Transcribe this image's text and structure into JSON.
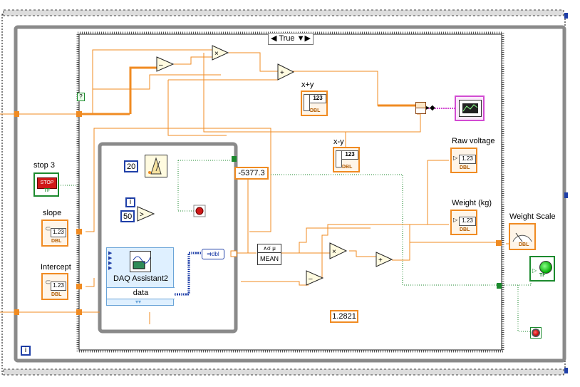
{
  "case_structure": {
    "selector": "True",
    "arrows": "◀▼▶"
  },
  "controls": {
    "stop": {
      "label": "stop 3",
      "glyph": "STOP",
      "type": "TF"
    },
    "slope": {
      "label": "slope",
      "value_tag": "1.23",
      "type": "DBL"
    },
    "intercept": {
      "label": "Intercept",
      "value_tag": "1.23",
      "type": "DBL"
    }
  },
  "indicators": {
    "x_plus_y": {
      "label": "x+y",
      "value_tag": "123",
      "type": "DBL"
    },
    "x_minus_y": {
      "label": "x-y",
      "value_tag": "123",
      "type": "DBL"
    },
    "raw_voltage": {
      "label": "Raw voltage",
      "value_tag": "1.23",
      "type": "DBL"
    },
    "weight_kg": {
      "label": "Weight (kg)",
      "value_tag": "1.23",
      "type": "DBL"
    },
    "weight_scale": {
      "label": "Weight Scale",
      "type": "DBL"
    },
    "bool_out": {
      "type": "TF"
    }
  },
  "constants": {
    "wait_ms": "20",
    "compare_val": "50",
    "neg_const": "-5377.3",
    "pos_const": "1.2821",
    "true_const": "?"
  },
  "nodes": {
    "mean": "MEAN",
    "mean_top": "∧σ μ",
    "daq_title": "DAQ Assistant2",
    "daq_terminal": "data",
    "convert_tag": "dbl",
    "iteration": "i"
  },
  "colors": {
    "wire_orange": "#f08b22",
    "wire_blue": "#1f3fa8",
    "wire_green": "#1c8a2e",
    "structure_gray": "#8a8a8a",
    "daq_bg": "#dff0ff"
  }
}
